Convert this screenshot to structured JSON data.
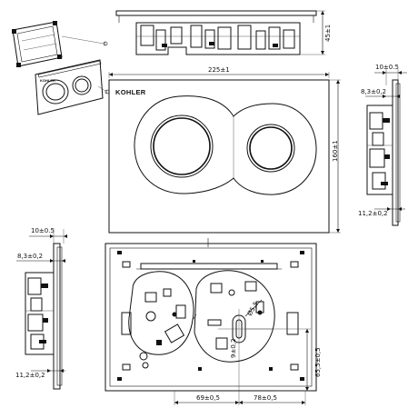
{
  "brand": {
    "name": "KOHLER"
  },
  "callouts": {
    "one": "1",
    "two": "2"
  },
  "dimensions": {
    "top_height": "45±1",
    "front_width": "225±1",
    "front_height": "160±1",
    "right_thickness": "10±0.5",
    "right_inner": "8,3±0,2",
    "right_depth": "11,2±0,2",
    "left_thickness": "10±0.5",
    "left_inner": "8,3±0,2",
    "left_depth": "11,2±0,2",
    "back_diameter": "Ø5,5",
    "back_slot": "9±0,2",
    "back_height": "65,5±0,5",
    "back_left": "69±0,5",
    "back_right": "78±0,5"
  }
}
